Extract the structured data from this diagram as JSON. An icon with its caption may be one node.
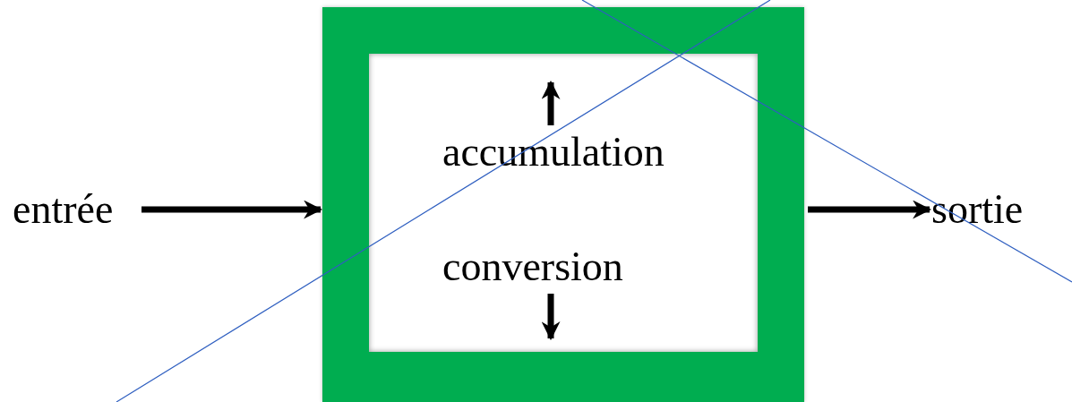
{
  "diagram": {
    "nodes": [
      {
        "text": [
          "entrée"
        ]
      },
      {
        "text": [],
        "shape": "box"
      },
      {
        "text": [
          "accumulation"
        ],
        "in": 1
      },
      {
        "text": [
          "conversion"
        ],
        "in": 1
      },
      {
        "text": [
          "sortie"
        ]
      }
    ],
    "edges": [
      {
        "from": 0,
        "to": 1,
        "arrow": "to"
      },
      {
        "from": 1,
        "to": 4,
        "arrow": "to"
      },
      {
        "from": 2,
        "to": null,
        "arrow": "to"
      },
      {
        "from": 3,
        "to": null,
        "arrow": "to"
      }
    ]
  }
}
